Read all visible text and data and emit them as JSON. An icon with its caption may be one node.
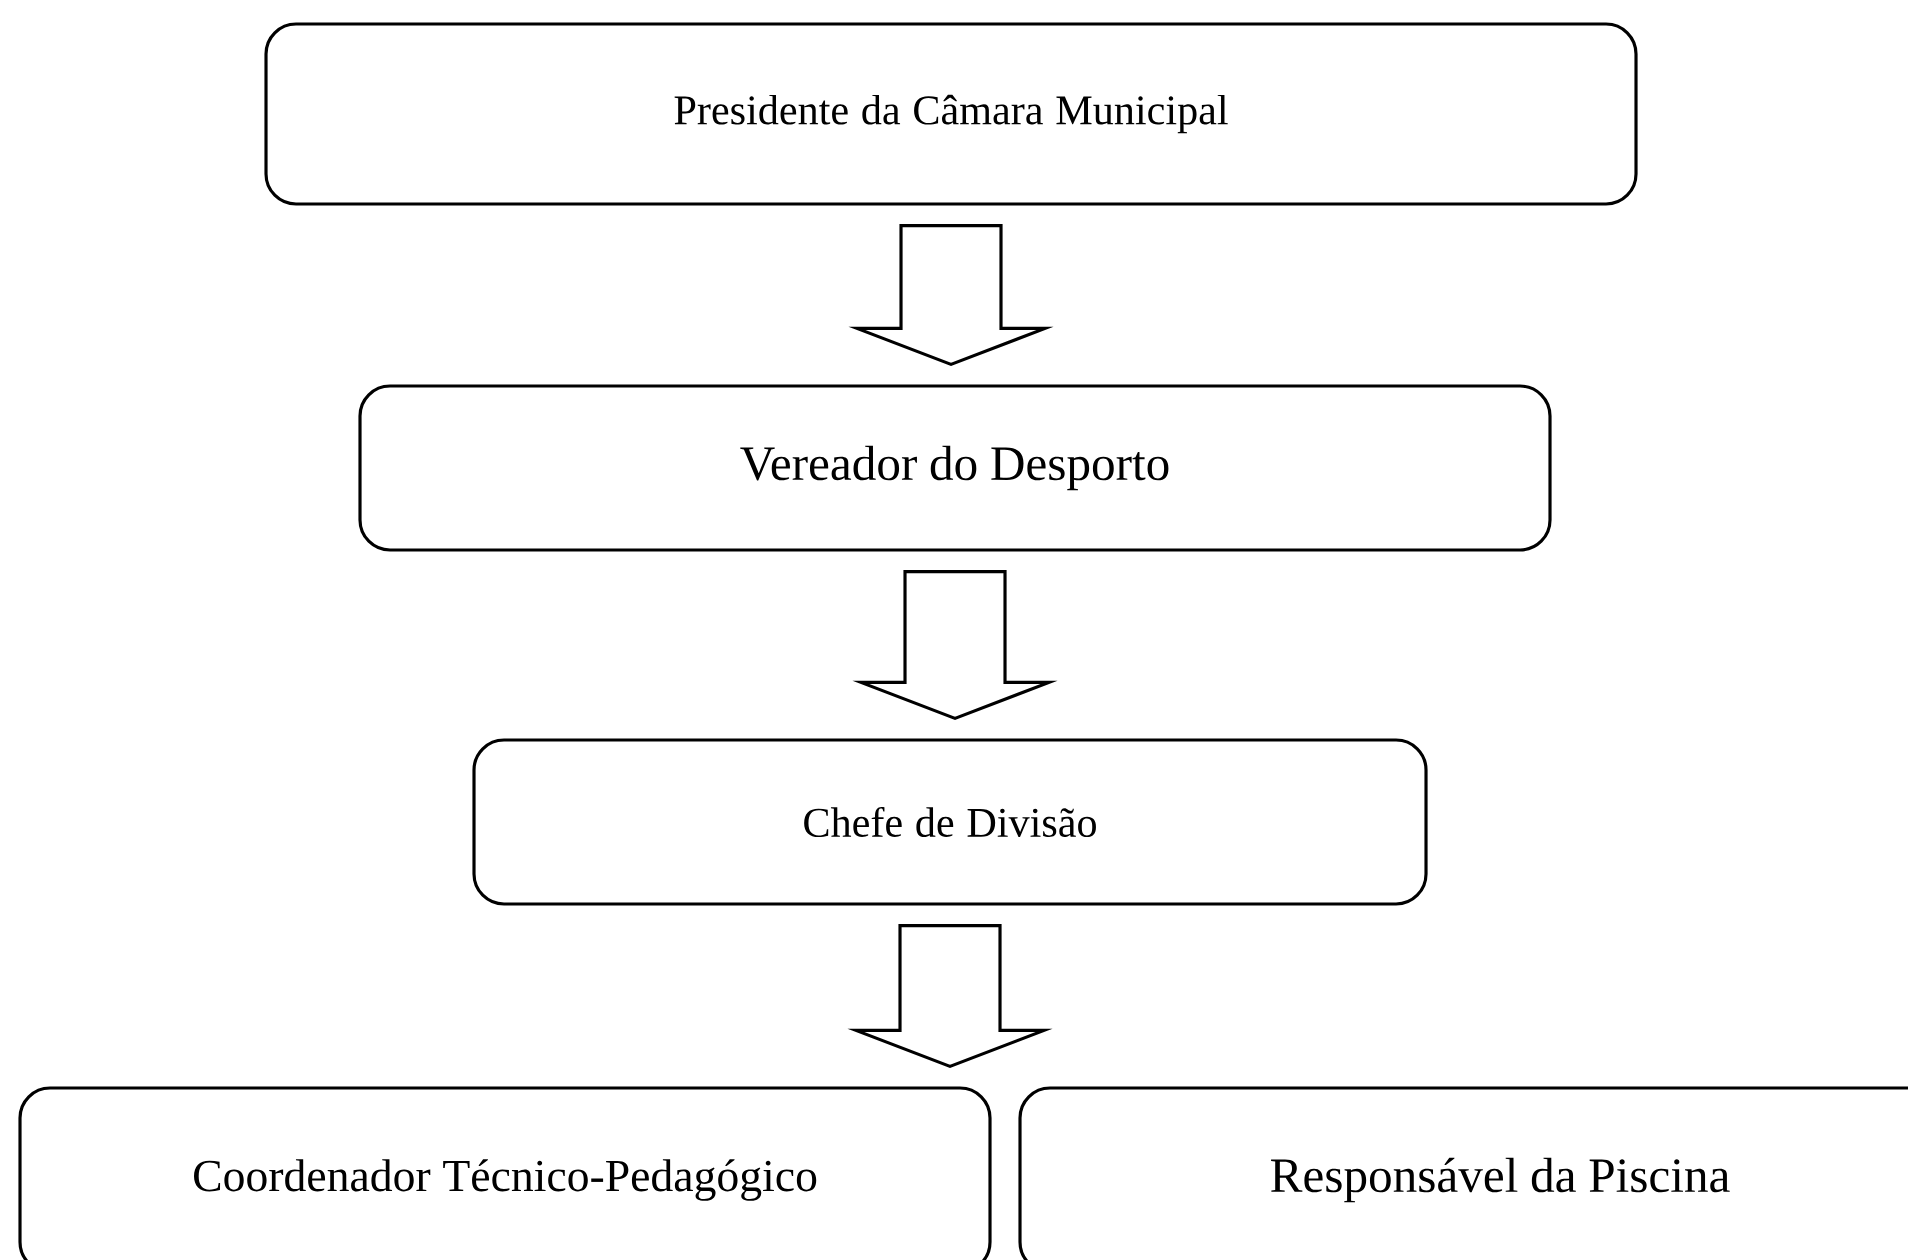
{
  "diagram": {
    "nodes": [
      {
        "text": [
          "Presidente da Câmara Municipal"
        ]
      },
      {
        "text": [
          "Vereador do Desporto"
        ]
      },
      {
        "text": [
          "Chefe de Divisão"
        ]
      },
      {
        "text": [
          "Coordenador Técnico-Pedagógico"
        ]
      },
      {
        "text": [
          "Responsável da Piscina"
        ]
      }
    ],
    "edges": [
      {
        "from": 0,
        "to": 1,
        "arrow": "to"
      },
      {
        "from": 1,
        "to": 2,
        "arrow": "to"
      },
      {
        "from": 2,
        "to": 3,
        "arrow": "to"
      },
      {
        "from": 2,
        "to": 4,
        "arrow": "to"
      }
    ]
  }
}
